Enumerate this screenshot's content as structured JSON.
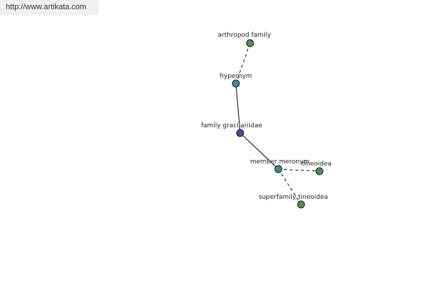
{
  "banner": {
    "url_text": "http://www.artikata.com"
  },
  "colors": {
    "center_node": "#3f4f9a",
    "relation_node": "#3f8a8a",
    "leaf_node": "#4f9050",
    "edge": "#000000"
  },
  "nodes": [
    {
      "id": "arthropod",
      "label": "arthropod family",
      "kind": "leaf"
    },
    {
      "id": "hypernym",
      "label": "hypernym",
      "kind": "relation"
    },
    {
      "id": "center",
      "label": "family gracilariidae",
      "kind": "center"
    },
    {
      "id": "meronym",
      "label": "member meronym",
      "kind": "relation"
    },
    {
      "id": "tineoidea",
      "label": "tineoidea",
      "kind": "leaf"
    },
    {
      "id": "superfamily",
      "label": "superfamily tineoidea",
      "kind": "leaf"
    }
  ],
  "edges": [
    {
      "from": "hypernym",
      "to": "arthropod",
      "style": "dashed"
    },
    {
      "from": "center",
      "to": "hypernym",
      "style": "solid"
    },
    {
      "from": "center",
      "to": "meronym",
      "style": "solid"
    },
    {
      "from": "meronym",
      "to": "tineoidea",
      "style": "dashed"
    },
    {
      "from": "meronym",
      "to": "superfamily",
      "style": "dashed"
    }
  ]
}
